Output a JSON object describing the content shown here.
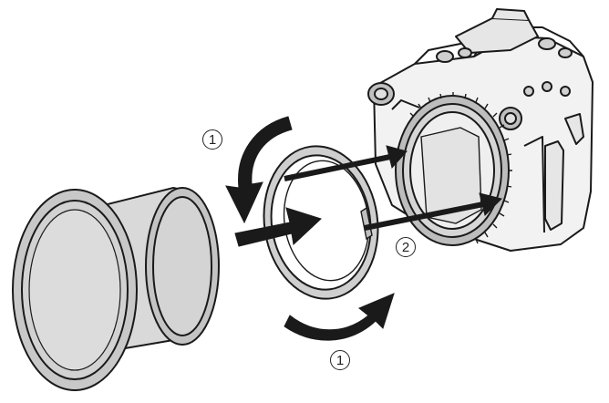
{
  "diagram": {
    "step_labels": [
      {
        "id": "top-left",
        "text": "1"
      },
      {
        "id": "middle-right",
        "text": "2"
      },
      {
        "id": "bottom",
        "text": "1"
      }
    ],
    "colors": {
      "ink": "#1a1a1a",
      "housing_fill": "#f2f2f2",
      "port_fill": "#d9d9d9",
      "port_face": "#c8c8c8",
      "ring_fill": "#cfcfcf",
      "arrow": "#1a1a1a"
    }
  }
}
